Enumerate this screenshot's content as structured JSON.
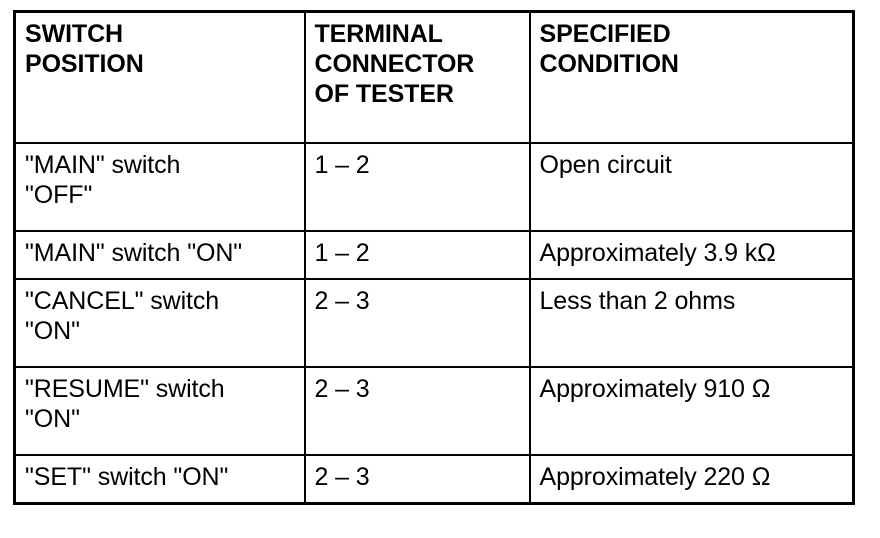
{
  "table": {
    "name": "switch-continuity-specification-table",
    "columns": [
      {
        "id": "switch-position",
        "header": "SWITCH\nPOSITION"
      },
      {
        "id": "terminal-connector",
        "header": "TERMINAL\nCONNECTOR\nOF TESTER"
      },
      {
        "id": "specified-condition",
        "header": "SPECIFIED\nCONDITION"
      }
    ],
    "rows": [
      {
        "size": "tall",
        "switch_position": "\"MAIN\" switch\n\"OFF\"",
        "terminal_connector": "1 – 2",
        "specified_condition": "Open circuit"
      },
      {
        "size": "short",
        "switch_position": "\"MAIN\" switch \"ON\"",
        "terminal_connector": "1 – 2",
        "specified_condition": "Approximately 3.9 kΩ"
      },
      {
        "size": "tall",
        "switch_position": "\"CANCEL\" switch\n\"ON\"",
        "terminal_connector": "2 – 3",
        "specified_condition": "Less than 2 ohms"
      },
      {
        "size": "tall",
        "switch_position": "\"RESUME\" switch\n\"ON\"",
        "terminal_connector": "2 – 3",
        "specified_condition": "Approximately 910 Ω"
      },
      {
        "size": "short",
        "switch_position": "\"SET\" switch \"ON\"",
        "terminal_connector": "2 – 3",
        "specified_condition": "Approximately 220 Ω"
      }
    ]
  },
  "style": {
    "text_color": "#000000",
    "border_color": "#000000",
    "background_color": "#ffffff"
  }
}
